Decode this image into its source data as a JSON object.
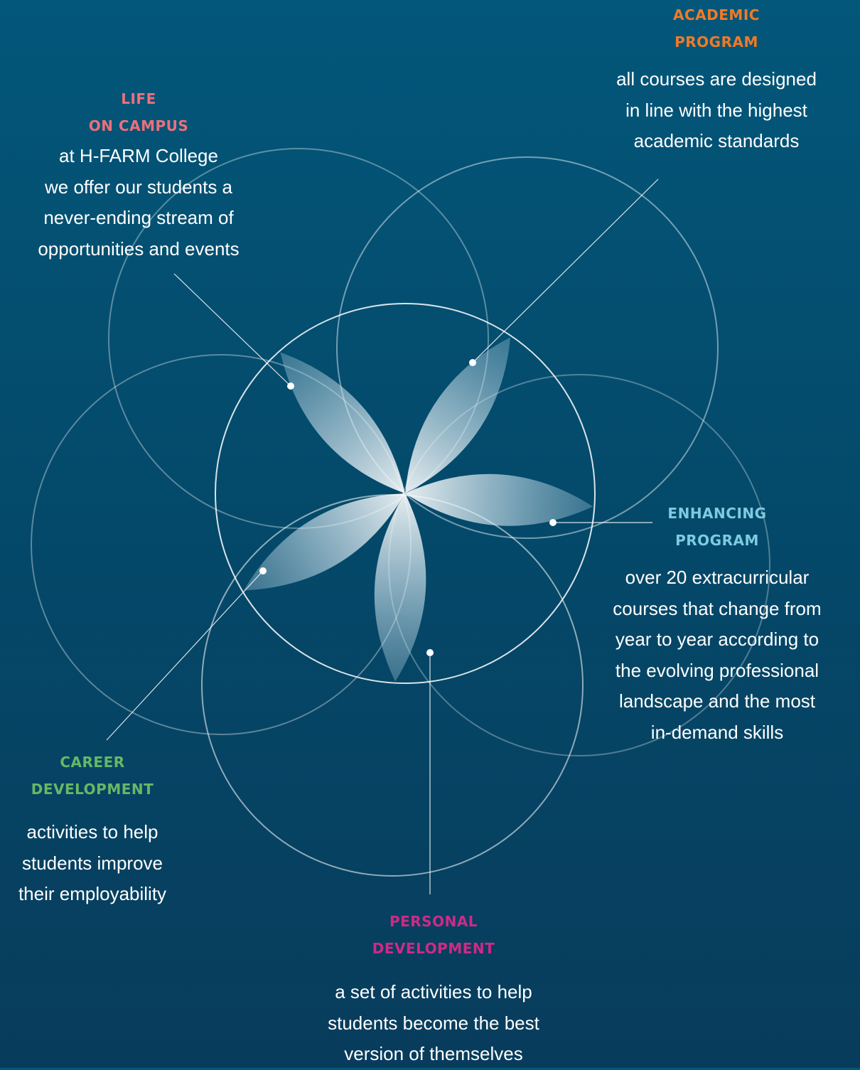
{
  "sections": {
    "life_on_campus": {
      "heading": [
        "LIFE",
        "ON CAMPUS"
      ],
      "description": [
        "at H-FARM College",
        "we offer our students a",
        "never-ending stream of",
        "opportunities and events"
      ],
      "color": "#ee6f7a"
    },
    "academic_program": {
      "heading": [
        "ACADEMIC",
        "PROGRAM"
      ],
      "description": [
        "all courses are designed",
        "in line with the highest",
        "academic standards"
      ],
      "color": "#f07a26"
    },
    "enhancing_program": {
      "heading": [
        "ENHANCING",
        "PROGRAM"
      ],
      "description": [
        "over 20 extracurricular",
        "courses that change from",
        "year to year according to",
        "the evolving professional",
        "landscape and the most",
        "in-demand skills"
      ],
      "color": "#7dcbe0"
    },
    "career_development": {
      "heading": [
        "CAREER",
        "DEVELOPMENT"
      ],
      "description": [
        "activities to help",
        "students improve",
        "their employability"
      ],
      "color": "#66b865"
    },
    "personal_development": {
      "heading": [
        "PERSONAL",
        "DEVELOPMENT"
      ],
      "description": [
        "a set of activities to help",
        "students become the best",
        "version of themselves"
      ],
      "color": "#cf2a86"
    }
  },
  "colors": {
    "background_top": "#03577a",
    "background_bottom": "#083c5c",
    "circle_stroke": "#ffffff",
    "petal_fill": "#dfeef4"
  },
  "icons": [
    "flower-of-life-icon"
  ]
}
